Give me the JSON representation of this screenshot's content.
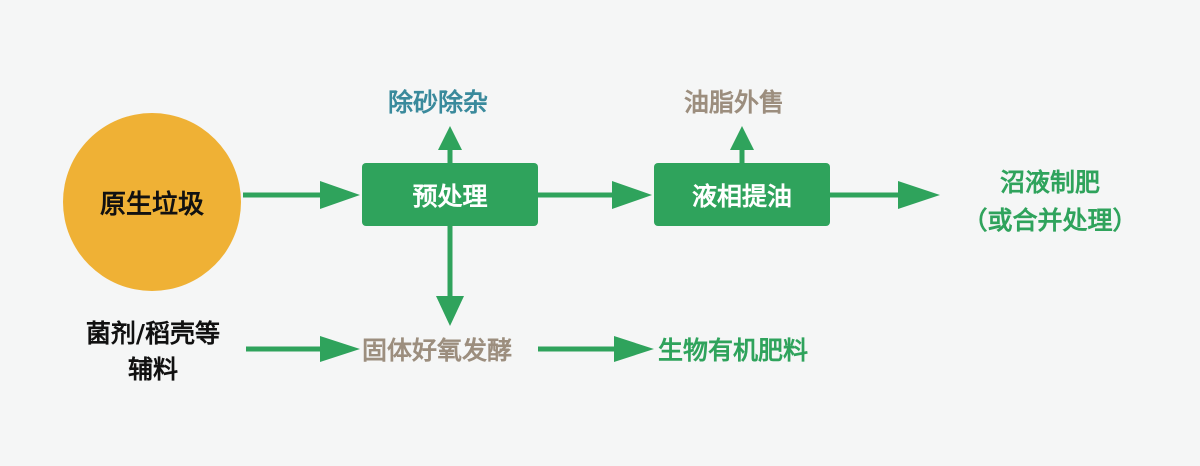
{
  "nodes": {
    "raw_waste": "原生垃圾",
    "pretreatment": "预处理",
    "oil_extraction": "液相提油",
    "sand_removal": "除砂除杂",
    "grease_sale": "油脂外售",
    "biogas_line1": "沼液制肥",
    "biogas_line2": "（或合并处理）",
    "auxiliary_line1": "菌剂/稻壳等",
    "auxiliary_line2": "辅料",
    "aerobic_composting": "固体好氧发酵",
    "organic_fertilizer": "生物有机肥料"
  },
  "colors": {
    "process_box": "#2fa35c",
    "source_circle": "#efb135",
    "byproduct_teal": "#3a8a9c",
    "byproduct_tan": "#9c8e7e",
    "product_green": "#2fa35c",
    "background": "#f5f6f6"
  }
}
